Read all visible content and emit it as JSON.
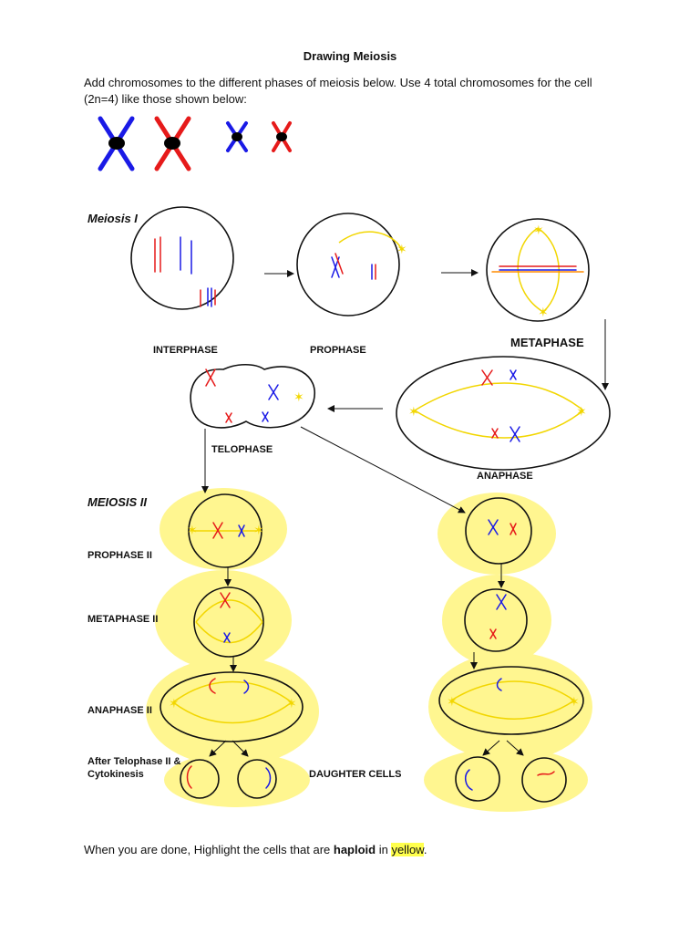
{
  "title": "Drawing Meiosis",
  "intro": "Add chromosomes to the different phases of meiosis below.  Use 4 total chromosomes for the cell (2n=4) like those shown below:",
  "headings": {
    "meiosis1": "Meiosis I",
    "meiosis2": "MEIOSIS II"
  },
  "labels": {
    "interphase": "INTERPHASE",
    "prophase": "PROPHASE",
    "metaphase": "METAPHASE",
    "telophase": "TELOPHASE",
    "anaphase": "ANAPHASE",
    "prophase2": "PROPHASE II",
    "metaphase2": "METAPHASE II",
    "anaphase2": "ANAPHASE II",
    "after_telophase2": "After Telophase II &",
    "cytokinesis": "Cytokinesis",
    "daughter_cells": "DAUGHTER CELLS"
  },
  "footer": {
    "prefix": "When you are done, Highlight the cells that are ",
    "bold": "haploid",
    "middle": " in ",
    "highlight": "yellow",
    "suffix": "."
  },
  "colors": {
    "blue": "#1a1ae6",
    "red": "#e61a1a",
    "highlight": "#ffff4d",
    "spindle": "#ffeb00"
  }
}
